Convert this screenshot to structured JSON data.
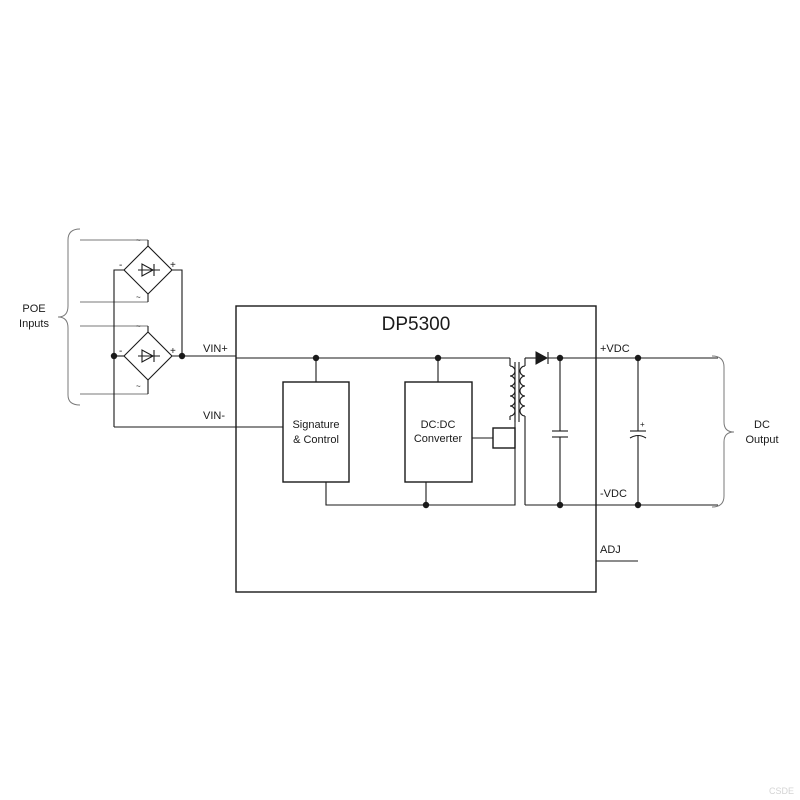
{
  "title": "DP5300",
  "labels": {
    "poe_inputs_line1": "POE",
    "poe_inputs_line2": "Inputs",
    "vin_plus": "VIN+",
    "vin_minus": "VIN-",
    "plus_vdc": "+VDC",
    "minus_vdc": "-VDC",
    "adj": "ADJ",
    "dc_output_line1": "DC",
    "dc_output_line2": "Output",
    "signature_line1": "Signature",
    "signature_line2": "& Control",
    "converter_line1": "DC:DC",
    "converter_line2": "Converter"
  },
  "bridge_marks": {
    "ac": "~",
    "plus": "+",
    "minus": "-"
  },
  "watermark": "CSDE"
}
